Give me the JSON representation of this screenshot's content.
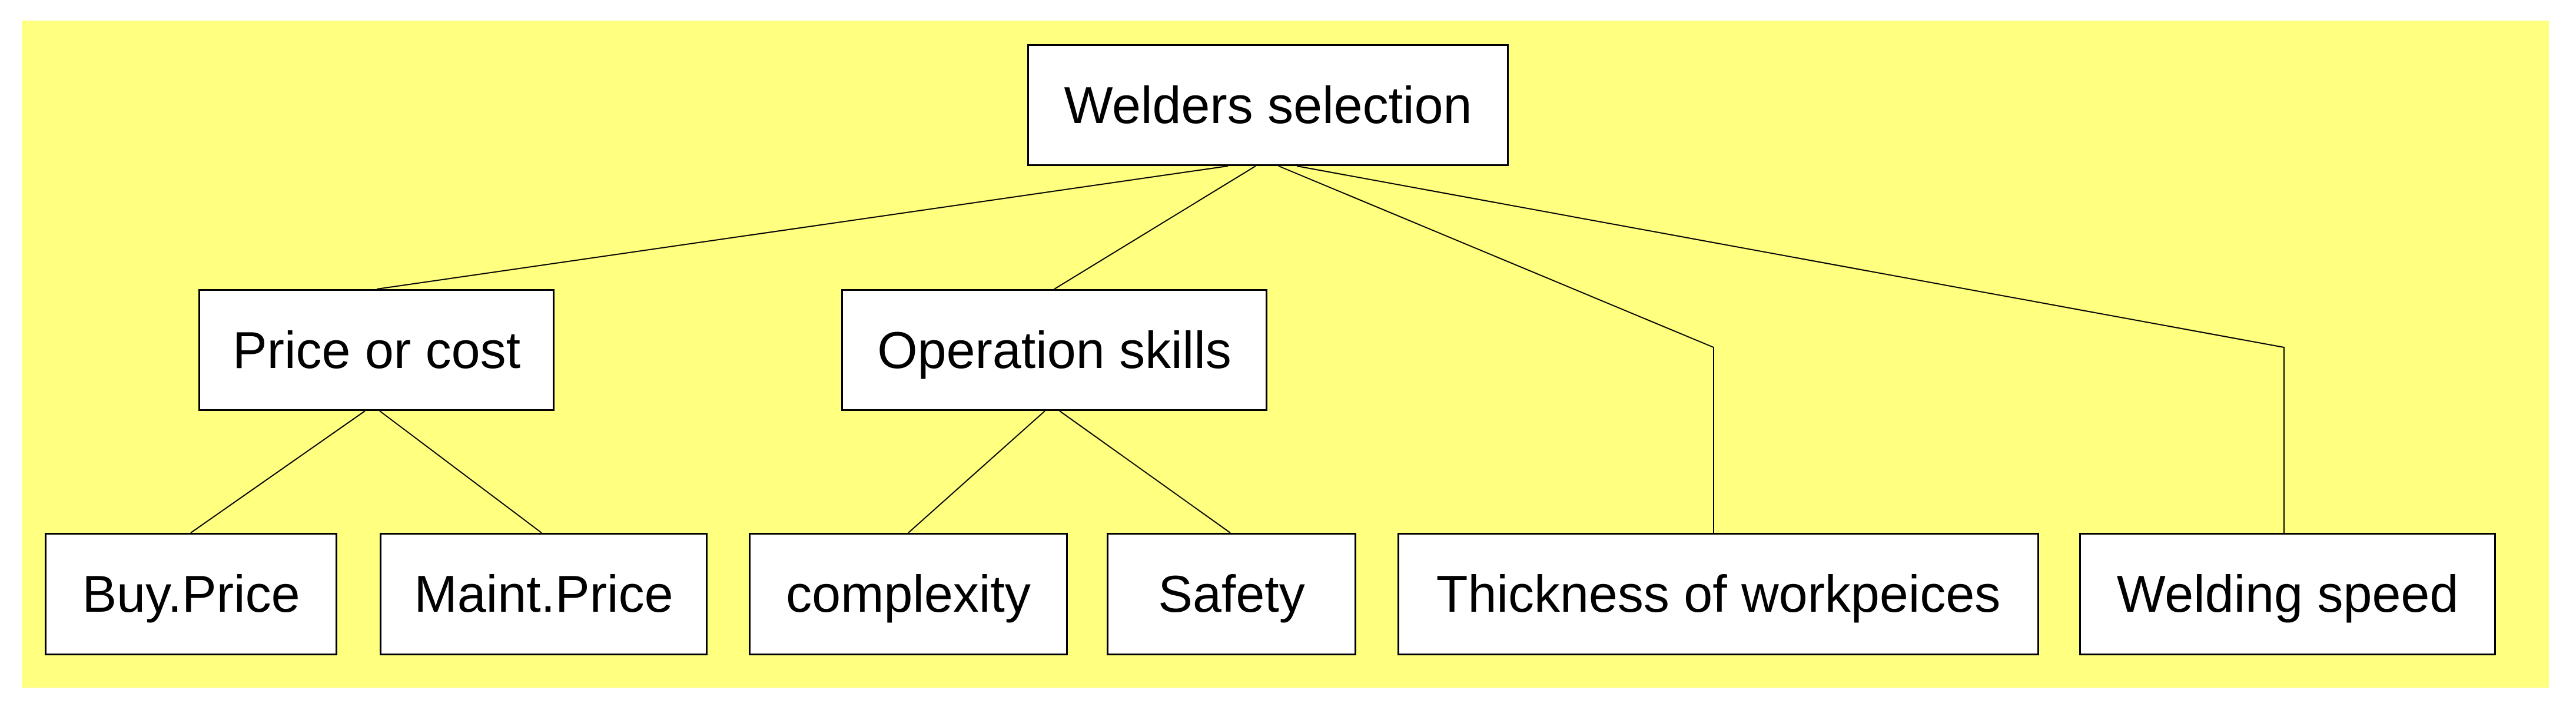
{
  "diagram": {
    "type": "hierarchy-tree",
    "background_color": "#ffff80",
    "margin_color": "#ffffff",
    "node_fill_color": "#ffffff",
    "node_border_color": "#000000",
    "connector_color": "#000000",
    "text_color": "#000000",
    "nodes": {
      "root": {
        "label": "Welders selection"
      },
      "level2": [
        {
          "label": "Price or cost"
        },
        {
          "label": "Operation skills"
        }
      ],
      "level3": [
        {
          "label": "Buy.Price"
        },
        {
          "label": "Maint.Price"
        },
        {
          "label": "complexity"
        },
        {
          "label": "Safety"
        },
        {
          "label": "Thickness of workpeices"
        },
        {
          "label": "Welding speed"
        }
      ]
    },
    "edges": [
      {
        "from": "Welders selection",
        "to": "Price or cost"
      },
      {
        "from": "Welders selection",
        "to": "Operation skills"
      },
      {
        "from": "Welders selection",
        "to": "Thickness of workpeices"
      },
      {
        "from": "Welders selection",
        "to": "Welding speed"
      },
      {
        "from": "Price or cost",
        "to": "Buy.Price"
      },
      {
        "from": "Price or cost",
        "to": "Maint.Price"
      },
      {
        "from": "Operation skills",
        "to": "complexity"
      },
      {
        "from": "Operation skills",
        "to": "Safety"
      }
    ]
  }
}
